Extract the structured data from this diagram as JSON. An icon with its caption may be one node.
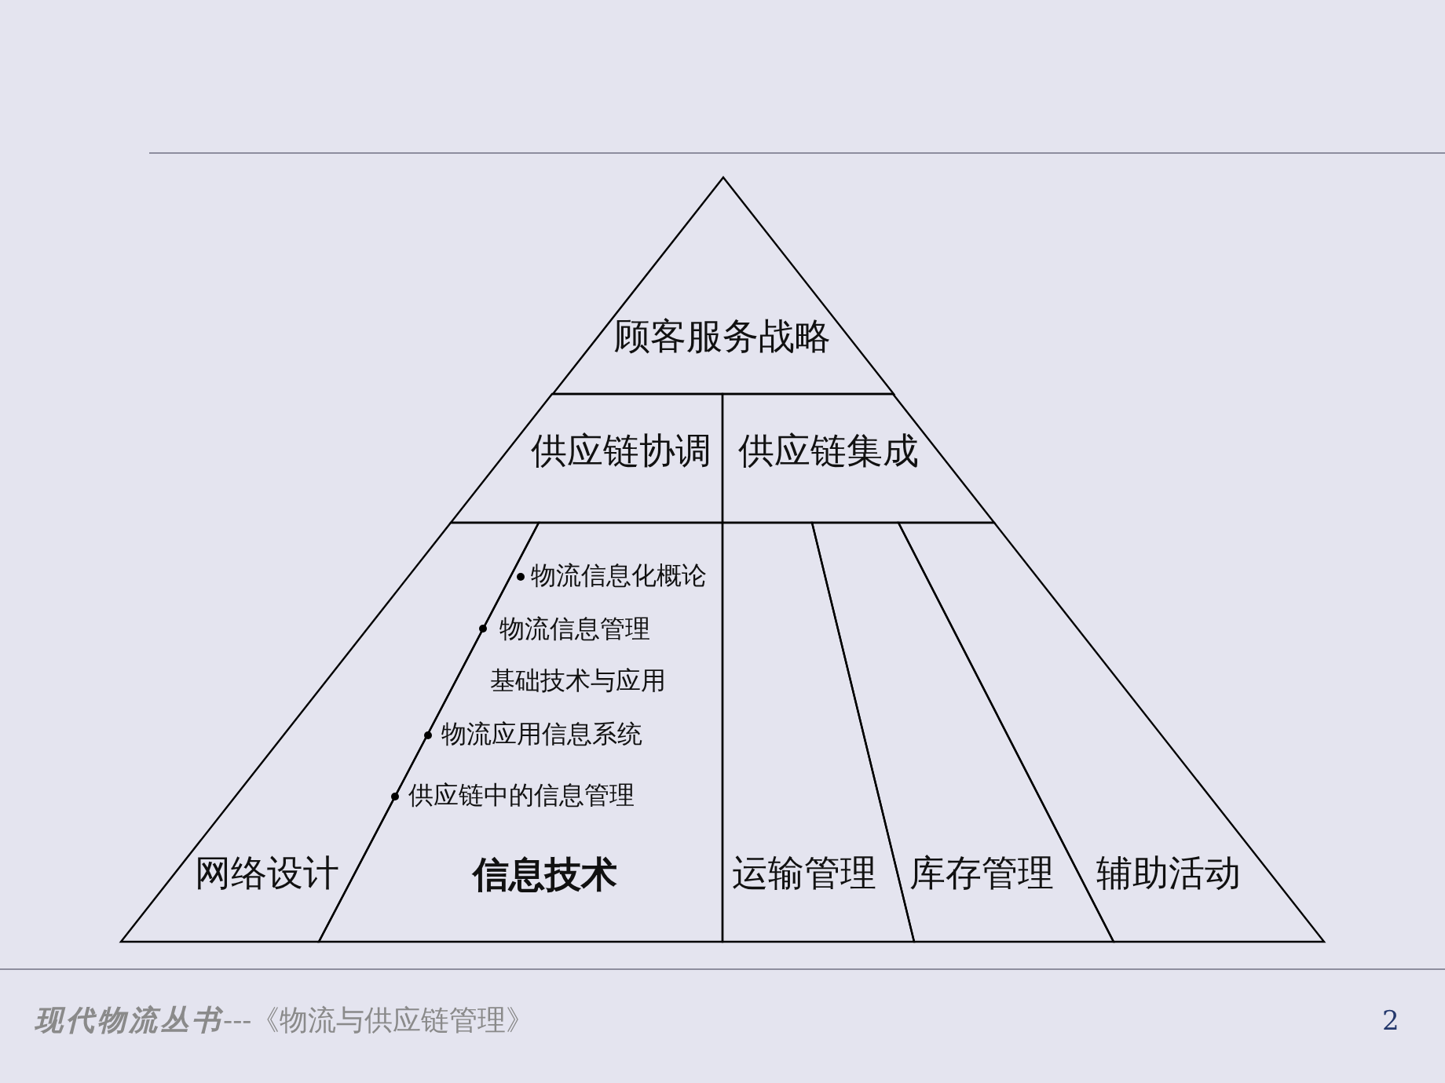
{
  "diagram": {
    "nodes": [
      {
        "text": [
          "顾客服务战略"
        ]
      },
      {
        "text": [
          "供应链协调"
        ]
      },
      {
        "text": [
          "供应链集成"
        ]
      },
      {
        "text": [
          "网络设计"
        ]
      },
      {
        "text": [
          "物流信息化概论",
          "物流信息管理基础技术与应用",
          "物流应用信息系统",
          "供应链中的信息管理",
          "信息技术"
        ]
      },
      {
        "text": [
          "运输管理"
        ]
      },
      {
        "text": [
          "库存管理"
        ]
      },
      {
        "text": [
          "辅助活动"
        ]
      }
    ],
    "labels": [
      "2"
    ],
    "caption": "*现代物流丛书*---《物流与供应链管理》"
  }
}
